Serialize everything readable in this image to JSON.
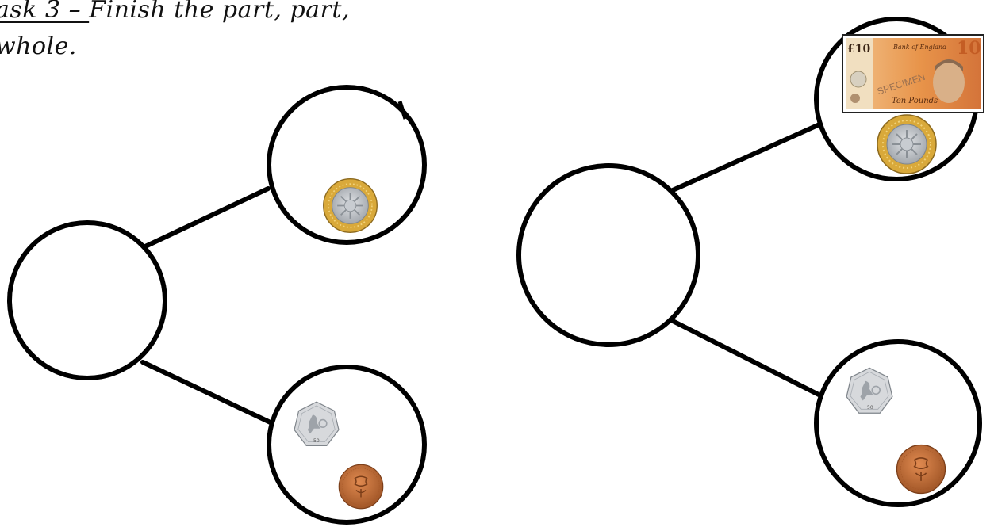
{
  "task": {
    "line1_underlined": "ask 3 – ",
    "line1_rest": "Finish the part, part,",
    "line2": "whole."
  },
  "coins": {
    "two_pound": {
      "name": "two-pound-coin",
      "colors": {
        "ring": "#d9a93a",
        "center": "#b9bdc3"
      }
    },
    "fifty_pence": {
      "name": "fifty-pence-coin",
      "label": "50",
      "color": "#d7d9dc"
    },
    "two_pence": {
      "name": "two-pence-coin",
      "color": "#c0703a"
    }
  },
  "banknote": {
    "name": "ten-pound-note",
    "value": "£10",
    "corner_value": "10",
    "specimen": "SPECIMEN",
    "bank": "Bank of England",
    "words": "Ten Pounds",
    "color": "#e8944a"
  },
  "colors": {
    "line": "#000000",
    "circle_fill": "#ffffff"
  }
}
